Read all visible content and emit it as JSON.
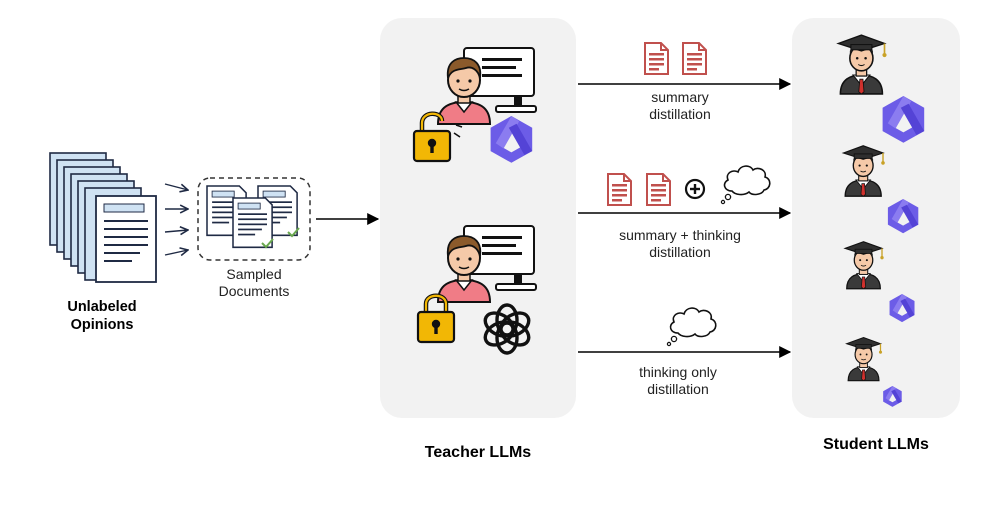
{
  "input": {
    "unlabeled_label": "Unlabeled\nOpinions",
    "sampled_label": "Sampled\nDocuments"
  },
  "teacher": {
    "group_label": "Teacher LLMs",
    "models": [
      {
        "access": "open",
        "brand_icon": "qwen-logo-icon",
        "lock_color": "#f2b705"
      },
      {
        "access": "closed",
        "brand_icon": "openai-logo-icon",
        "lock_color": "#f2b705"
      }
    ]
  },
  "student": {
    "group_label": "Student LLMs",
    "count": 4
  },
  "flows": [
    {
      "label": "summary\ndistillation",
      "icons": [
        "summary-doc-icon",
        "summary-doc-icon"
      ]
    },
    {
      "label": "summary + thinking\ndistillation",
      "icons": [
        "summary-doc-icon",
        "summary-doc-icon",
        "plus-circle-icon",
        "thought-cloud-icon"
      ]
    },
    {
      "label": "thinking only\ndistillation",
      "icons": [
        "thought-cloud-icon"
      ]
    }
  ],
  "colors": {
    "panel": "#f2f2f2",
    "doc_red": "#c0504d",
    "qwen_purple": "#6c5ce7",
    "lock_yellow": "#f2b705",
    "doc_blue": "#cfe2f3",
    "check_green": "#6aa84f"
  }
}
